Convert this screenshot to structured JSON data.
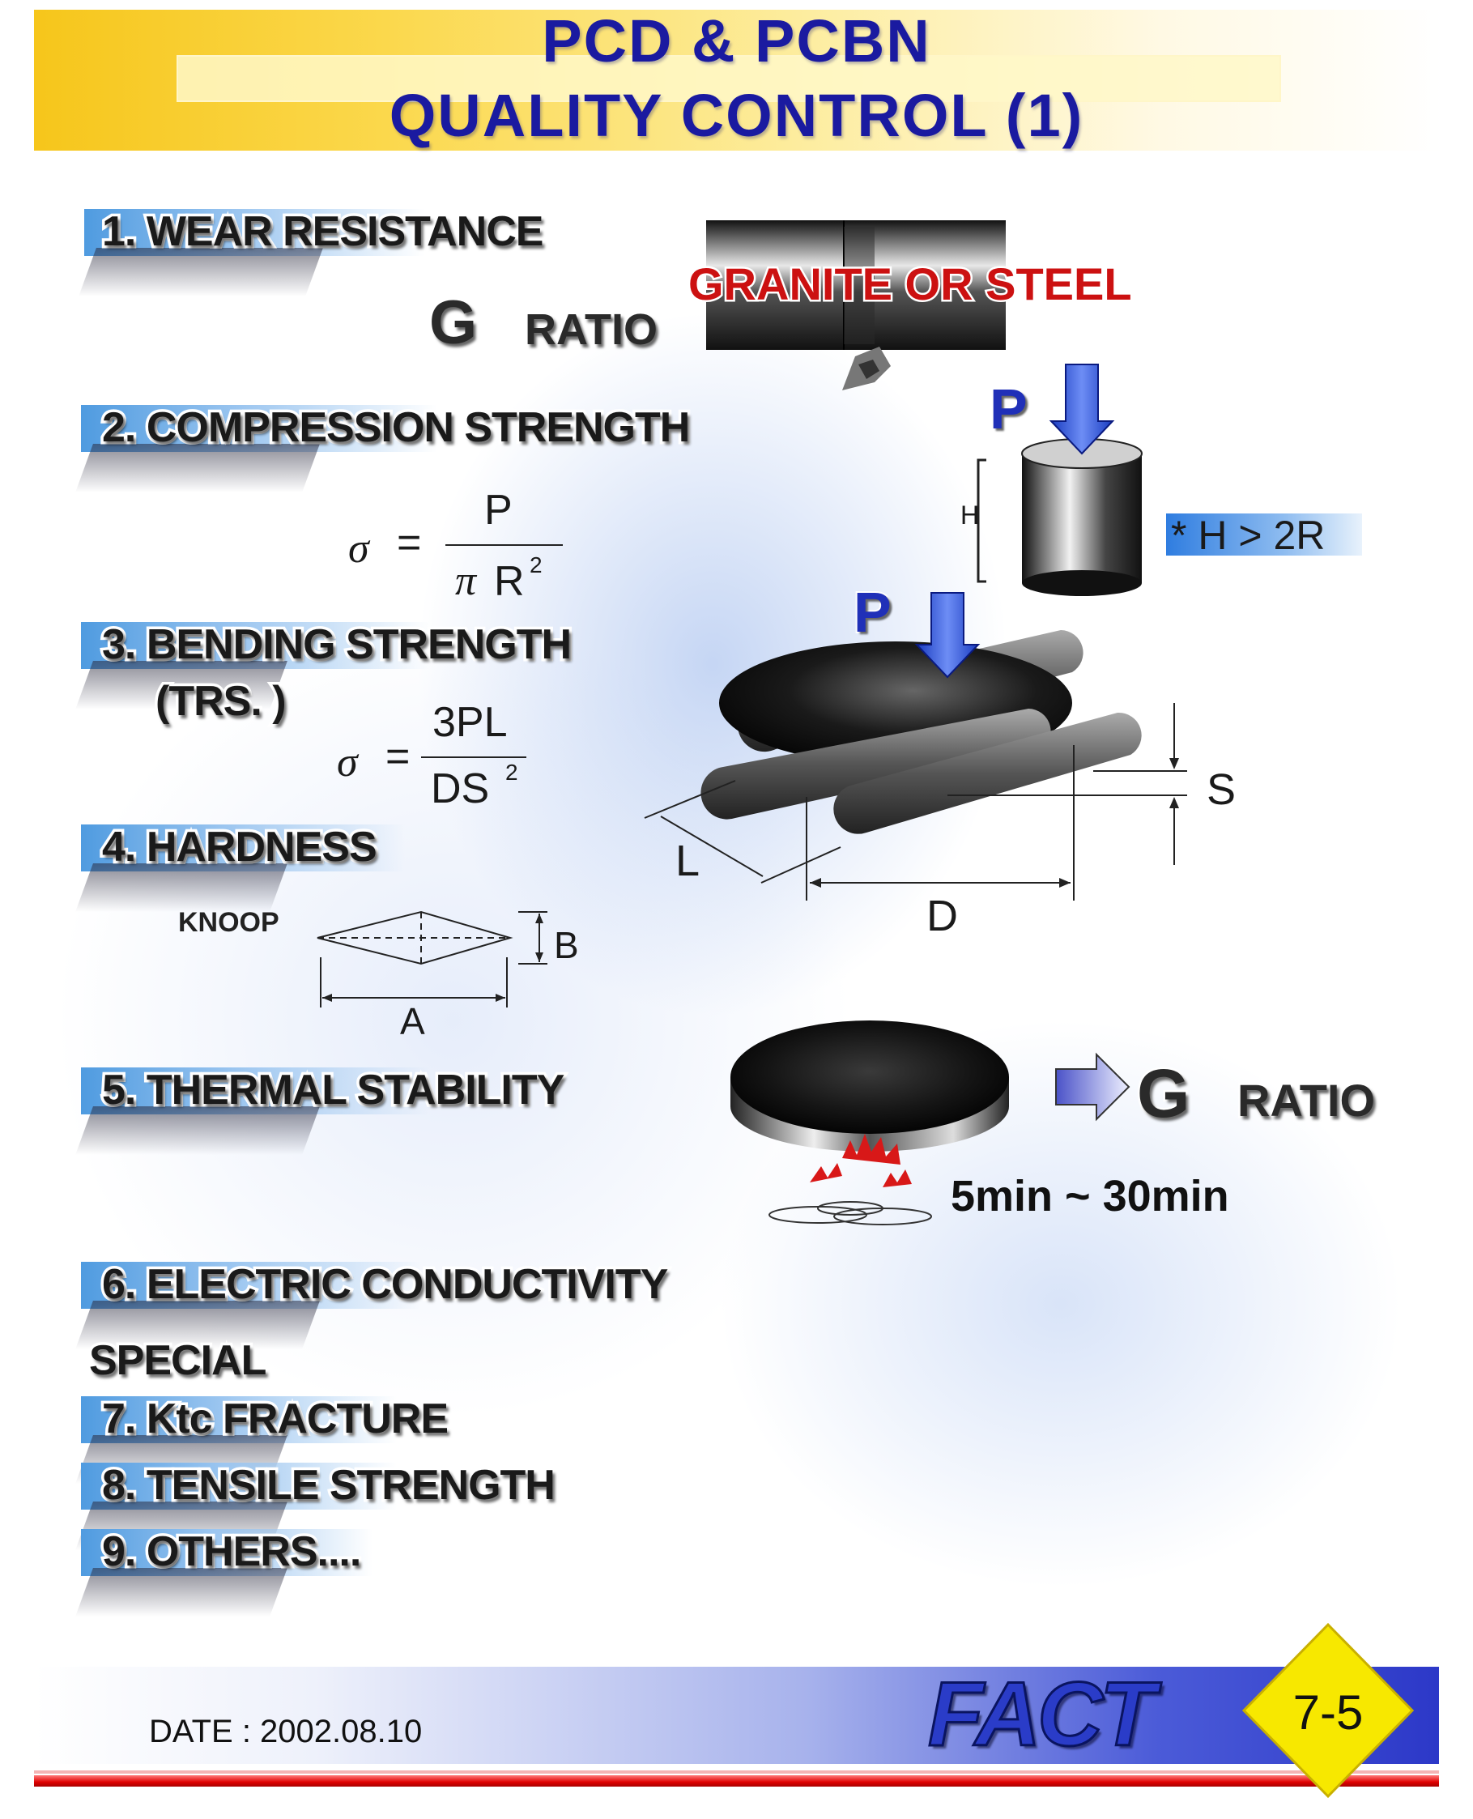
{
  "title": {
    "line1": "PCD & PCBN",
    "line2": "QUALITY CONTROL (1)"
  },
  "sections": {
    "wear": {
      "heading": "1. WEAR RESISTANCE",
      "g": "G",
      "ratio": "RATIO",
      "material": "GRANITE  OR STEEL"
    },
    "compression": {
      "heading": "2. COMPRESSION STRENGTH",
      "sigma": "σ",
      "equals": "=",
      "numerator": "P",
      "denominator_pi": "π",
      "denominator_r": "R",
      "denominator_exp": "2",
      "load": "P",
      "height_label": "H",
      "condition": "* H > 2R"
    },
    "bending": {
      "heading": "3. BENDING STRENGTH",
      "sub": "(TRS. )",
      "sigma": "σ",
      "equals": "=",
      "numerator": "3PL",
      "denominator": "DS",
      "denominator_exp": "2",
      "load": "P",
      "label_s": "S",
      "label_l": "L",
      "label_d": "D"
    },
    "hardness": {
      "heading": "4. HARDNESS",
      "knoop": "KNOOP",
      "label_a": "A",
      "label_b": "B"
    },
    "thermal": {
      "heading": "5. THERMAL STABILITY",
      "g": "G",
      "ratio": "RATIO",
      "time": "5min ~ 30min"
    },
    "electric": {
      "heading": "6. ELECTRIC CONDUCTIVITY"
    },
    "special": {
      "label": "SPECIAL",
      "items": [
        "7. Ktc FRACTURE",
        "8. TENSILE STRENGTH",
        "9. OTHERS...."
      ]
    }
  },
  "footer": {
    "date": "DATE : 2002.08.10",
    "logo": "FACT",
    "page": "7-5"
  }
}
